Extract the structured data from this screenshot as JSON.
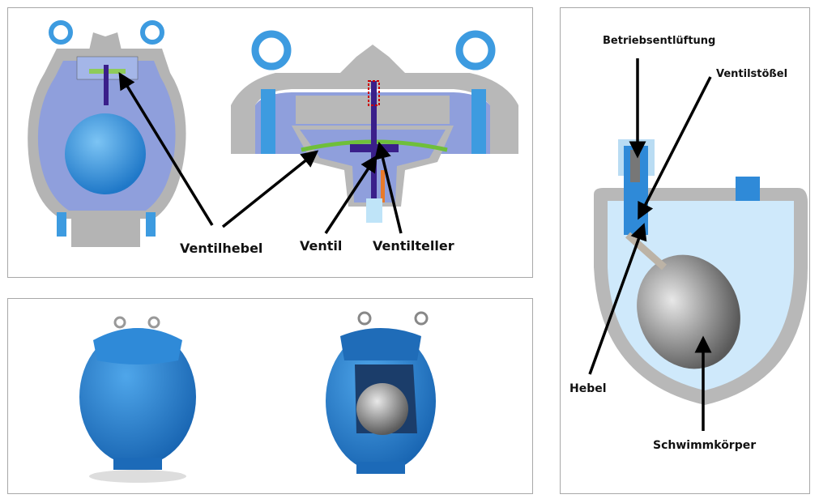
{
  "labels": {
    "ventilhebel": "Ventilhebel",
    "ventil": "Ventil",
    "ventilteller": "Ventilteller",
    "betriebsentlueftung": "Betriebsentlüftung",
    "ventilstoessel": "Ventilstößel",
    "hebel": "Hebel",
    "schwimmkoerper": "Schwimmkörper"
  },
  "colors": {
    "body_blue": "#8f9fdc",
    "ball_blue": "#3f9be0",
    "casing_grey": "#b8b8b8",
    "painted_blue": "#2a7fd0",
    "water_light": "#cfe9fb"
  }
}
